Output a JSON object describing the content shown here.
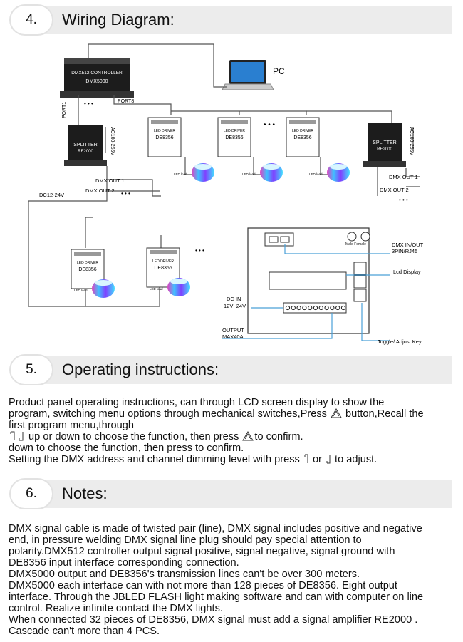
{
  "sections": [
    {
      "number": "4.",
      "title": "Wiring Diagram:"
    },
    {
      "number": "5.",
      "title": "Operating instructions:"
    },
    {
      "number": "6.",
      "title": "Notes:"
    }
  ],
  "diagram": {
    "controller_line1": "DMX512 CONTROLLER",
    "controller_line2": "DMX5000",
    "pc_label": "PC",
    "port8": "PORT8",
    "port1": "PORT1",
    "ellipsis": "• • •",
    "splitter_line1": "SPLITTER",
    "splitter_line2": "RE2000",
    "ac_label": "AC100-265V",
    "dmx_out1": "DMX OUT 1",
    "dmx_out2": "DMX OUT 2",
    "dc_label": "DC12-24V",
    "driver_line1": "LED DRIVER",
    "driver_line2": "DE8356",
    "led_load": "LED load",
    "panel_labels": {
      "dmx_inout": "DMX IN/OUT",
      "dmx_port": "3PIN/RJ45",
      "lcd": "Lcd Display",
      "dc_in": "DC IN",
      "dc_in_volt": "12V~24V",
      "output": "OUTPUT",
      "output_max": "MAX40A",
      "toggle": "Toggle/ Adjust Key",
      "male_female": "Male  Female"
    }
  },
  "operating": {
    "line1": "Product panel operating instructions, can through LCD screen display to show the",
    "line2a": "program, switching menu options through mechanical switches,Press ",
    "line2b": " button,Recall the",
    "line3": "first program menu,through",
    "line4a": " up or down to choose the function, then press ",
    "line4b": "to confirm.",
    "line5": "down to choose the function, then press to confirm.",
    "line6a": "Setting the DMX address and channel dimming level with press ",
    "line6b": " or ",
    "line6c": " to adjust."
  },
  "notes": [
    "DMX signal cable is made of twisted pair (line), DMX signal includes positive and negative",
    "end, in pressure welding DMX signal line plug should pay special attention to",
    "polarity.DMX512 controller output signal positive, signal negative, signal ground with",
    "DE8356 input interface corresponding connection.",
    "DMX5000 output and DE8356's transmission lines can't be over 300 meters.",
    "DMX5000 each interface can with not more than 128 pieces of DE8356. Eight output",
    "interface. Through the JBLED FLASH light making software and can with computer on line",
    "control. Realize infinite contact the DMX lights.",
    "When connected 32 pieces of DE8356, DMX signal must add a signal amplifier RE2000 .",
    "Cascade can't more than 4 PCS."
  ]
}
